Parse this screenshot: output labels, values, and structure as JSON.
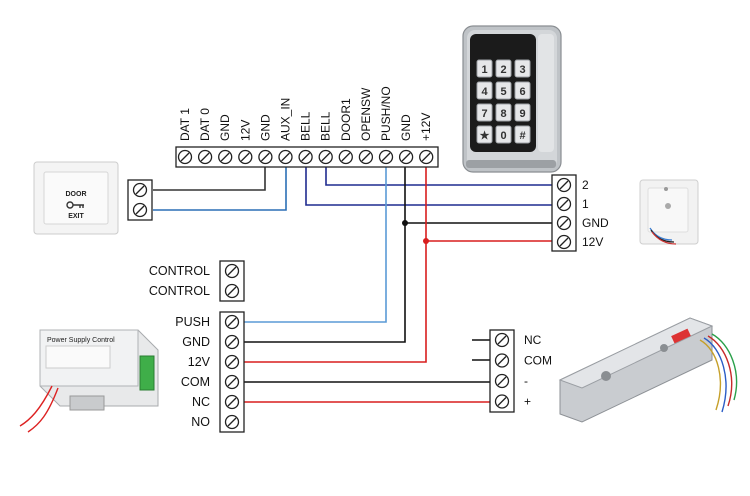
{
  "controller": {
    "terminals": [
      "DAT 1",
      "DAT 0",
      "GND",
      "12V",
      "GND",
      "AUX_IN",
      "BELL",
      "BELL",
      "DOOR1",
      "OPENSW",
      "PUSH/NO",
      "GND",
      "+12V"
    ]
  },
  "control_block": {
    "labels": [
      "CONTROL",
      "CONTROL"
    ]
  },
  "psu": {
    "labels": [
      "PUSH",
      "GND",
      "12V",
      "COM",
      "NC",
      "NO"
    ],
    "device_title": "Power Supply Control"
  },
  "bell": {
    "labels": [
      "2",
      "1",
      "GND",
      "12V"
    ]
  },
  "lock": {
    "labels": [
      "NC",
      "COM",
      "-",
      "+"
    ]
  },
  "exit_button": {
    "line1": "DOOR",
    "line2": "EXIT"
  },
  "keypad": {
    "keys": [
      "1",
      "2",
      "3",
      "4",
      "5",
      "6",
      "7",
      "8",
      "9",
      "★",
      "0",
      "#"
    ]
  },
  "colors": {
    "blue": "#2b6fb5",
    "navy": "#1f2b8f",
    "red": "#d81e1e",
    "black": "#111111",
    "lightblue": "#5a9ad6"
  }
}
